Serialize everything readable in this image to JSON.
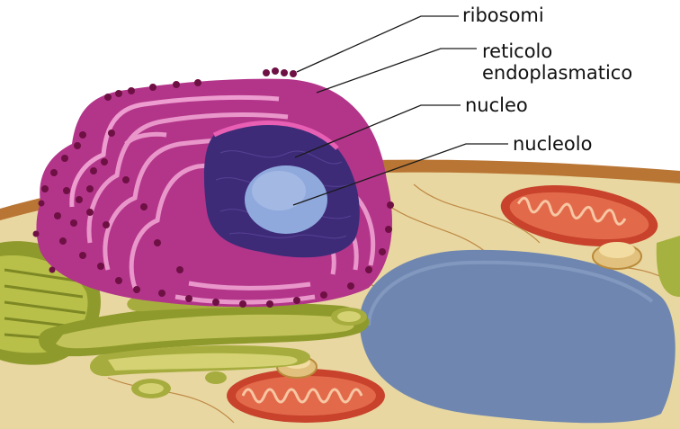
{
  "labels": {
    "ribosomi": "ribosomi",
    "reticolo_line1": "reticolo",
    "reticolo_line2": "endoplasmatico",
    "nucleo": "nucleo",
    "nucleolo": "nucleolo"
  },
  "colors": {
    "cytoplasm": "#e9d7a2",
    "cell_membrane": "#b97533",
    "er": "#b3358a",
    "er_highlight": "#f3a9d6",
    "nucleus": "#3d2b78",
    "nucleolus": "#8fa9dd",
    "ribosome": "#6e1044",
    "golgi": "#b6b64a",
    "mitochondrion": "#c8422c",
    "vacuole": "#6f87b0"
  }
}
